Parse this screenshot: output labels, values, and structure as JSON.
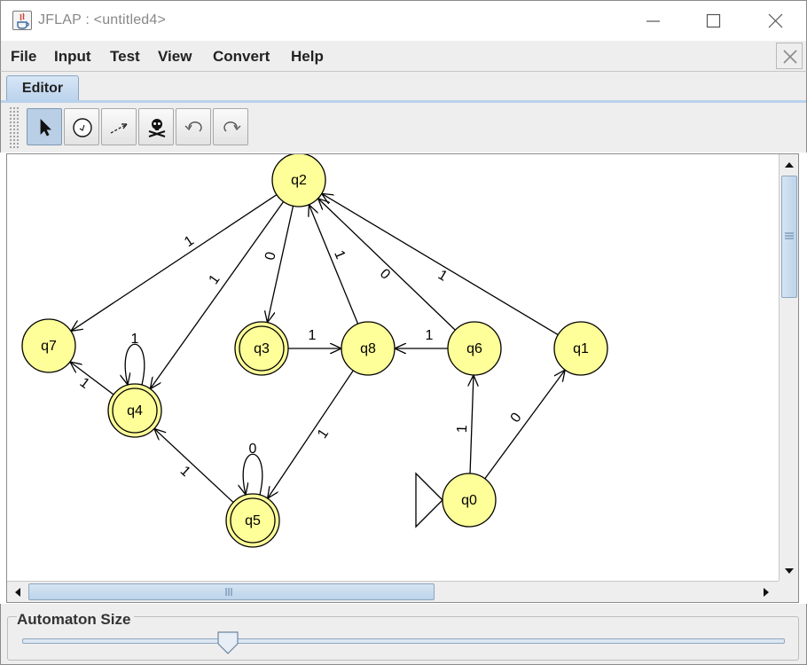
{
  "window": {
    "title": "JFLAP : <untitled4>"
  },
  "menu": {
    "items": [
      "File",
      "Input",
      "Test",
      "View",
      "Convert",
      "Help"
    ]
  },
  "tabs": {
    "editor_label": "Editor"
  },
  "toolbar": {
    "tools": [
      {
        "name": "attribute-editor-tool",
        "icon": "pointer-arrow-icon",
        "active": true
      },
      {
        "name": "state-creator-tool",
        "icon": "state-circle-icon",
        "active": false
      },
      {
        "name": "transition-creator-tool",
        "icon": "transition-arrow-icon",
        "active": false
      },
      {
        "name": "deleter-tool",
        "icon": "skull-crossbones-icon",
        "active": false
      },
      {
        "name": "undo-button",
        "icon": "undo-icon",
        "active": false
      },
      {
        "name": "redo-button",
        "icon": "redo-icon",
        "active": false
      }
    ]
  },
  "automaton": {
    "state_color": "#ffff99",
    "initial_state": "q0",
    "states": [
      {
        "id": "q0",
        "label": "q0",
        "final": false,
        "initial": true
      },
      {
        "id": "q1",
        "label": "q1",
        "final": false,
        "initial": false
      },
      {
        "id": "q2",
        "label": "q2",
        "final": false,
        "initial": false
      },
      {
        "id": "q3",
        "label": "q3",
        "final": true,
        "initial": false
      },
      {
        "id": "q4",
        "label": "q4",
        "final": true,
        "initial": false
      },
      {
        "id": "q5",
        "label": "q5",
        "final": true,
        "initial": false
      },
      {
        "id": "q6",
        "label": "q6",
        "final": false,
        "initial": false
      },
      {
        "id": "q7",
        "label": "q7",
        "final": false,
        "initial": false
      },
      {
        "id": "q8",
        "label": "q8",
        "final": false,
        "initial": false
      }
    ],
    "transitions": [
      {
        "from": "q0",
        "to": "q6",
        "label": "1"
      },
      {
        "from": "q0",
        "to": "q1",
        "label": "0"
      },
      {
        "from": "q1",
        "to": "q2",
        "label": "1"
      },
      {
        "from": "q6",
        "to": "q2",
        "label": "0"
      },
      {
        "from": "q6",
        "to": "q8",
        "label": "1"
      },
      {
        "from": "q8",
        "to": "q2",
        "label": "1"
      },
      {
        "from": "q8",
        "to": "q5",
        "label": "1"
      },
      {
        "from": "q2",
        "to": "q3",
        "label": "0"
      },
      {
        "from": "q2",
        "to": "q7",
        "label": "1"
      },
      {
        "from": "q2",
        "to": "q4",
        "label": "1"
      },
      {
        "from": "q3",
        "to": "q8",
        "label": "1"
      },
      {
        "from": "q4",
        "to": "q4",
        "label": "1"
      },
      {
        "from": "q4",
        "to": "q7",
        "label": "1"
      },
      {
        "from": "q5",
        "to": "q5",
        "label": "0"
      },
      {
        "from": "q5",
        "to": "q4",
        "label": "1"
      }
    ]
  },
  "size_panel": {
    "label": "Automaton Size",
    "slider_value": 0.27
  }
}
